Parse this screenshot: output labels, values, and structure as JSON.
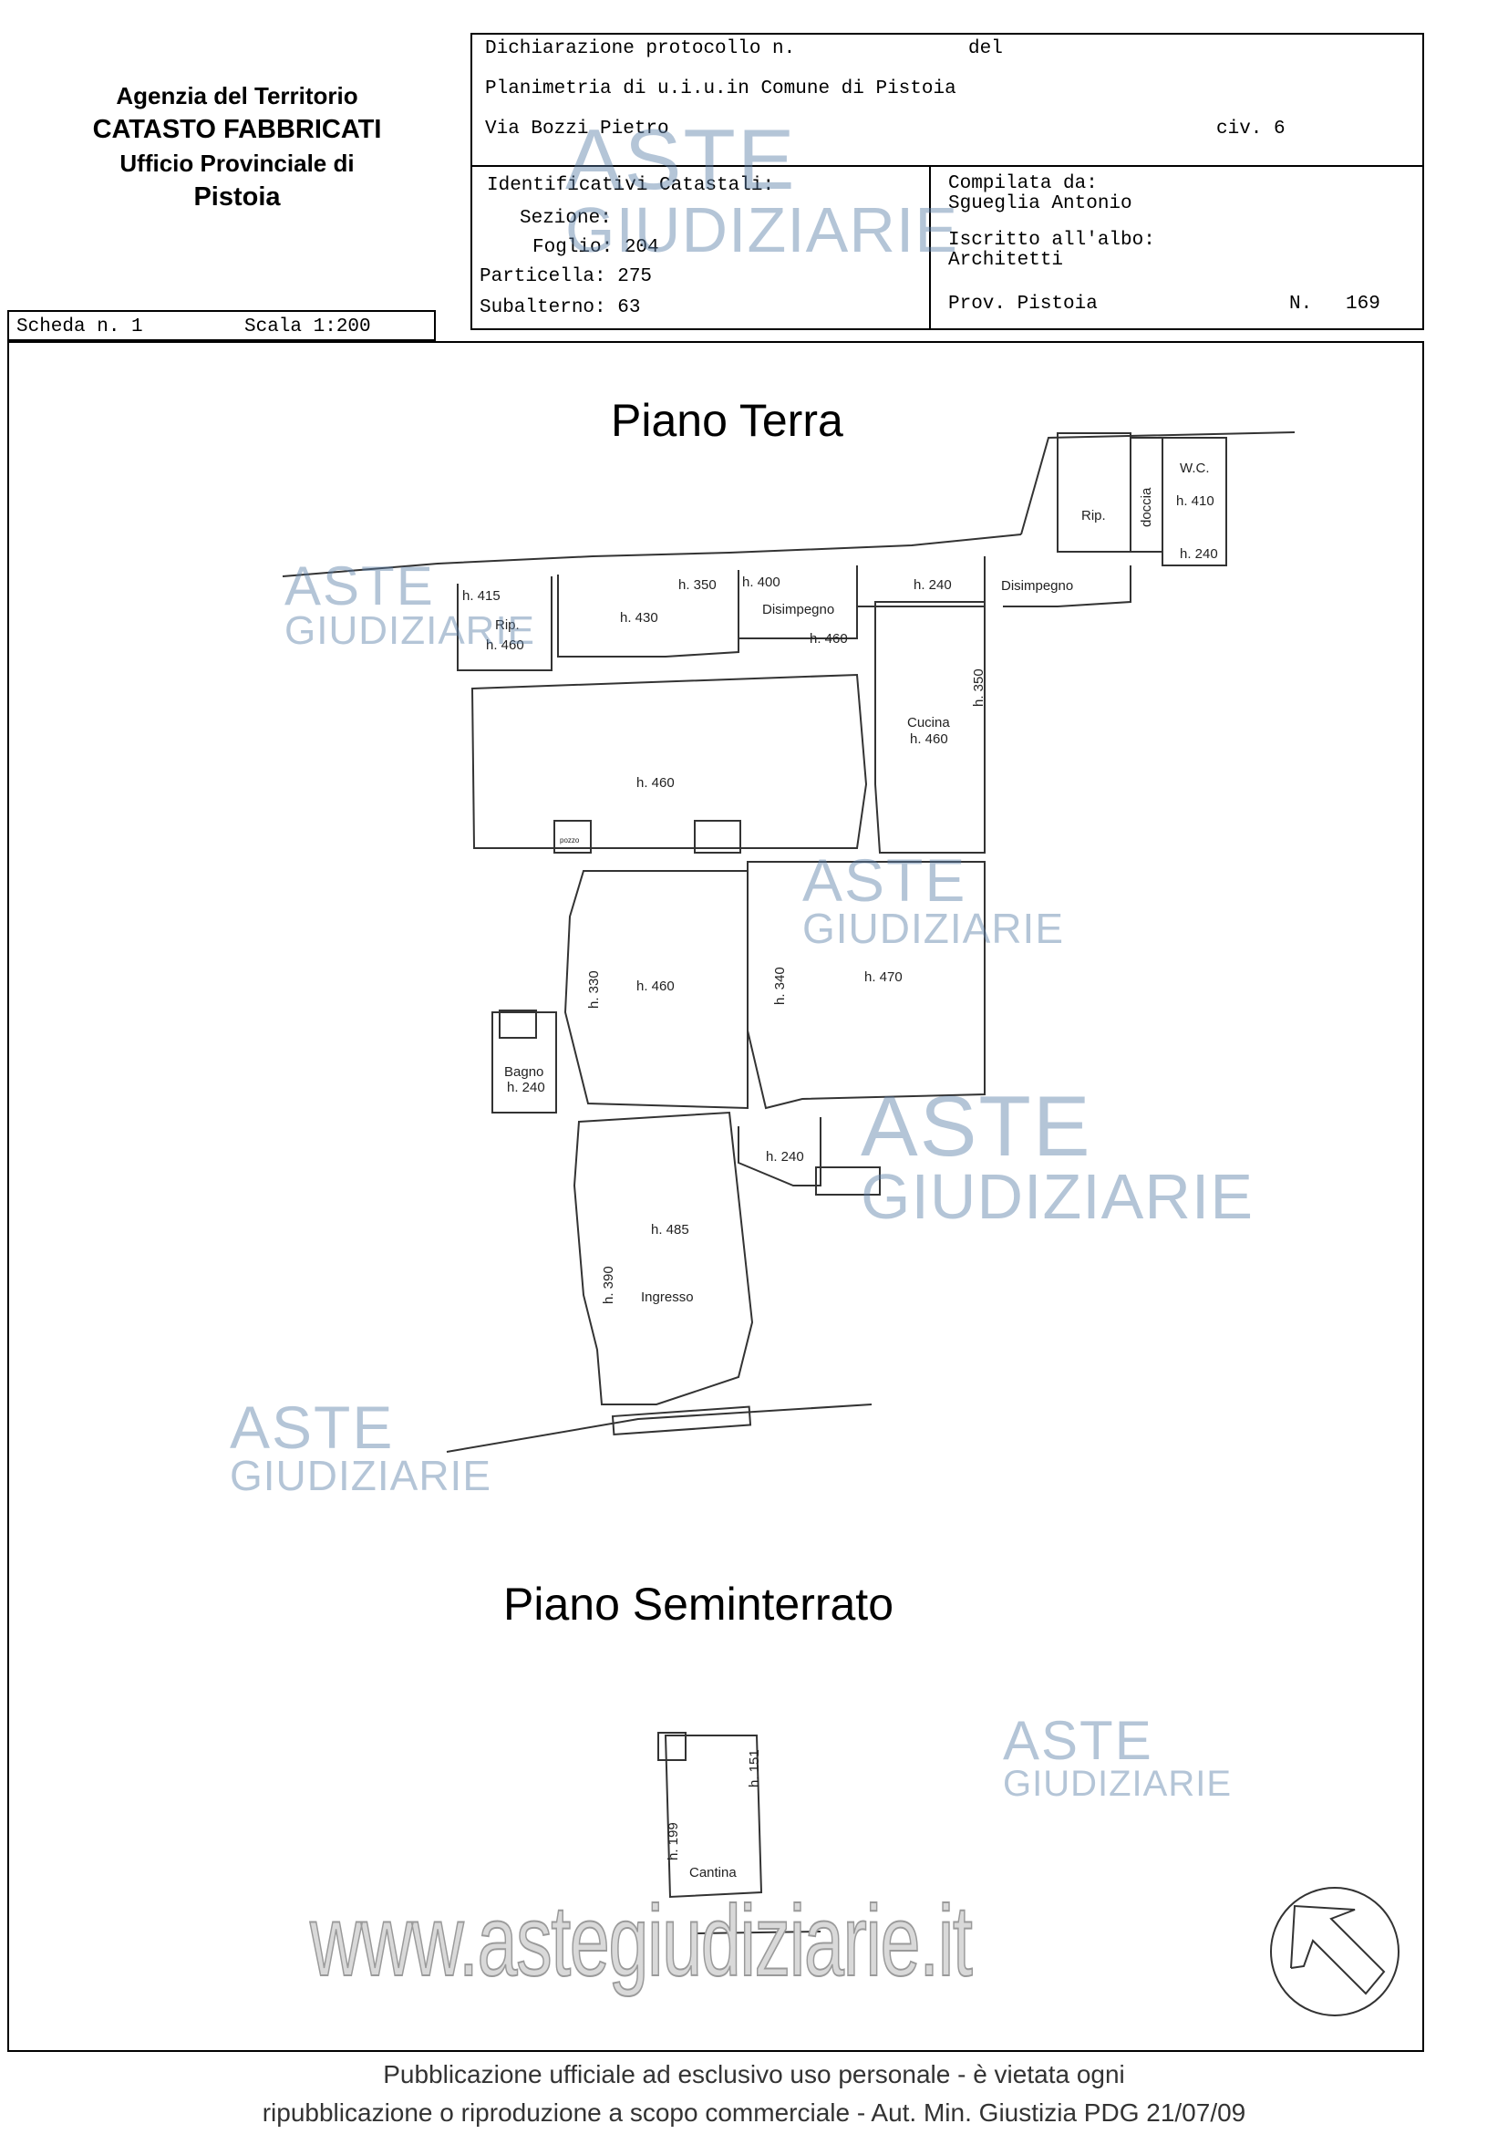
{
  "agency": {
    "line1": "Agenzia del Territorio",
    "line2": "CATASTO FABBRICATI",
    "line3": "Ufficio Provinciale di",
    "line4": "Pistoia"
  },
  "form": {
    "protocol": "Dichiarazione protocollo n.",
    "del": "del",
    "planimetria": "Planimetria di u.i.u.in Comune di Pistoia",
    "via": "Via Bozzi Pietro",
    "civ": "civ. 6",
    "identificativi": "Identificativi Catastali:",
    "sezione": "Sezione:",
    "foglio": "Foglio: 204",
    "particella": "Particella: 275",
    "subalterno": "Subalterno: 63",
    "compilata": "Compilata da:",
    "compilatore": "Sgueglia Antonio",
    "iscritto": "Iscritto all'albo:",
    "albo": "Architetti",
    "prov": "Prov. Pistoia",
    "numero_label": "N.",
    "numero": "169"
  },
  "scheda": {
    "label": "Scheda n. 1",
    "scala": "Scala 1:200"
  },
  "plans": {
    "ground_title": "Piano Terra",
    "basement_title": "Piano Seminterrato",
    "ground_labels": [
      "h. 415",
      "Rip.",
      "h. 460",
      "h. 430",
      "h. 350",
      "h. 400",
      "Disimpegno",
      "h. 460",
      "h. 240",
      "Disimpegno",
      "Rip.",
      "doccia",
      "W.C.",
      "h. 410",
      "h. 240",
      "h. 350",
      "Cucina",
      "h. 460",
      "h. 460",
      "pozzo",
      "h. 330",
      "h. 460",
      "h. 340",
      "h. 470",
      "Bagno",
      "h. 240",
      "h. 240",
      "h. 485",
      "h. 390",
      "Ingresso"
    ],
    "basement_labels": [
      "h. 199",
      "h. 151",
      "Cantina"
    ]
  },
  "watermark": {
    "aste": "ASTE",
    "giudiziarie": "GIUDIZIARIE",
    "site": "www.astegiudiziarie.it"
  },
  "footer": {
    "line1": "Pubblicazione ufficiale ad esclusivo uso personale - è vietata ogni",
    "line2": "ripubblicazione o riproduzione a scopo commerciale - Aut. Min. Giustizia PDG 21/07/09"
  }
}
